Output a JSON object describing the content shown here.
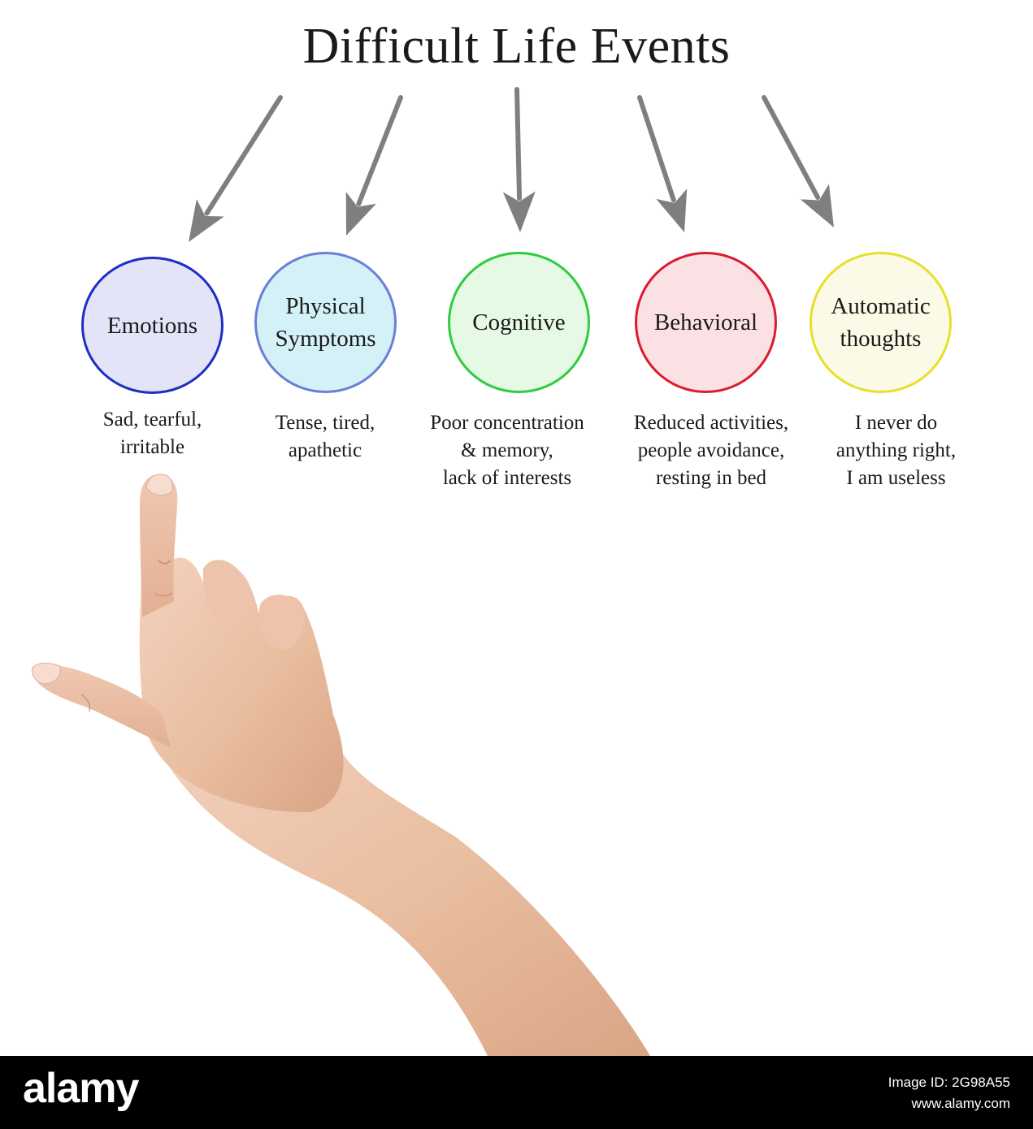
{
  "diagram": {
    "title": "Difficult Life Events",
    "arrow_color": "#7f7f7f",
    "nodes": [
      {
        "label": "Emotions",
        "description": "Sad, tearful,\nirritable",
        "border_color": "#1f2fc0",
        "fill_color": "#e3e4f7"
      },
      {
        "label": "Physical\nSymptoms",
        "description": "Tense, tired,\napathetic",
        "border_color": "#6b7fd6",
        "fill_color": "#d4f1f8"
      },
      {
        "label": "Cognitive",
        "description": "Poor concentration\n& memory,\nlack of interests",
        "border_color": "#2ecc40",
        "fill_color": "#e6f9e4"
      },
      {
        "label": "Behavioral",
        "description": "Reduced activities,\npeople avoidance,\nresting in bed",
        "border_color": "#dc1b30",
        "fill_color": "#fbe1e4"
      },
      {
        "label": "Automatic\nthoughts",
        "description": "I never do\nanything right,\nI am useless",
        "border_color": "#e6e02a",
        "fill_color": "#fbfae6"
      }
    ]
  },
  "photo": {
    "subject": "hand-pointing-up"
  },
  "footer": {
    "logo": "alamy",
    "credit_line_1": "Image ID: 2G98A55",
    "credit_line_2": "www.alamy.com"
  }
}
